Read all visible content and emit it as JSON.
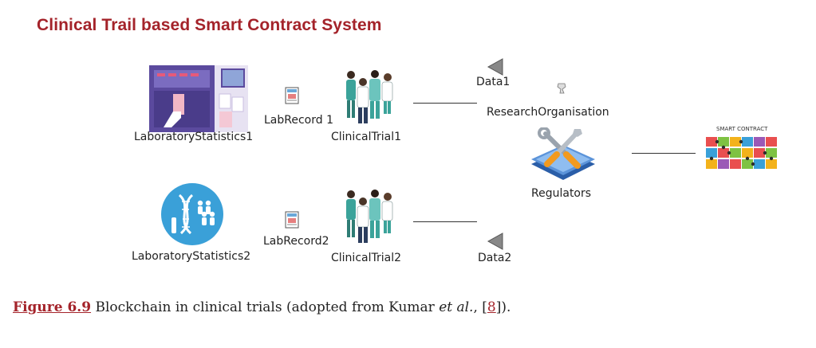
{
  "title": "Clinical Trail based Smart Contract System",
  "nodes": {
    "lab_stats_1": "LaboratoryStatistics1",
    "lab_record_1": "LabRecord 1",
    "clinical_trial_1": "ClinicalTrial1",
    "data_1": "Data1",
    "research_org": "ResearchOrganisation",
    "regulators": "Regulators",
    "smart_contract": "SMART CONTRACT",
    "lab_stats_2": "LaboratoryStatistics2",
    "lab_record_2": "LabRecord2",
    "clinical_trial_2": "ClinicalTrial2",
    "data_2": "Data2"
  },
  "caption": {
    "figure_label": "Figure 6.9",
    "text_before": " Blockchain in clinical trials (adopted from Kumar ",
    "et_al": "et al.",
    "text_mid": ", [",
    "ref": "8",
    "text_after": "])."
  },
  "colors": {
    "title": "#a4232a",
    "caption_link": "#a4232a",
    "lab_purple": "#5b4a9e",
    "dna_blue": "#3aa0d8",
    "tool_blue": "#3d78c5",
    "tool_orange": "#f29a1f"
  },
  "icons": [
    "laboratory-icon",
    "lab-record-icon",
    "doctors-group-icon",
    "play-arrow-icon",
    "research-org-icon",
    "regulator-tools-icon",
    "smart-contract-puzzle-icon",
    "dna-research-icon"
  ]
}
